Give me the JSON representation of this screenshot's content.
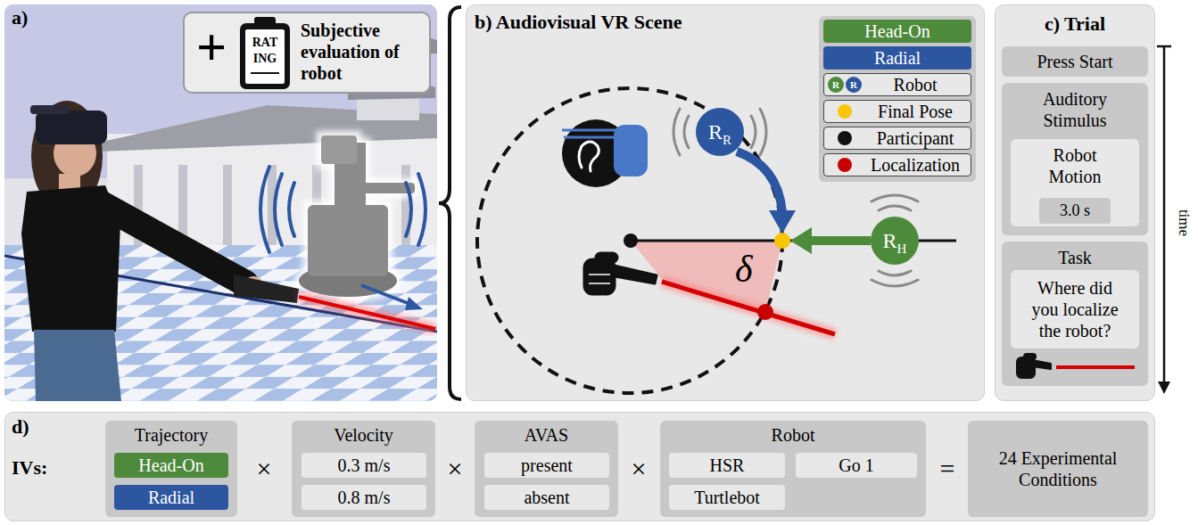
{
  "diagram": {
    "nodes": [
      {
        "text": [
          "a)"
        ]
      },
      {
        "text": [
          "Subjective evaluation of robot"
        ],
        "in": 0
      },
      {
        "text": [
          "b) Audiovisual VR Scene"
        ]
      },
      {
        "text": [
          "R",
          "R"
        ],
        "in": 2
      },
      {
        "text": [
          "R",
          "H"
        ],
        "in": 2
      },
      {
        "text": [
          "c) Trial"
        ]
      },
      {
        "text": [
          "Press Start"
        ],
        "in": 5
      },
      {
        "text": [
          "Auditory Stimulus"
        ],
        "in": 5
      },
      {
        "text": [
          "Robot Motion"
        ],
        "in": 7
      },
      {
        "text": [
          "3.0 s"
        ],
        "in": 8
      },
      {
        "text": [
          "Task"
        ],
        "in": 5
      },
      {
        "text": [
          "Where did you localize the robot?"
        ],
        "in": 10
      },
      {
        "text": [
          "d)",
          "IVs:"
        ]
      },
      {
        "text": [
          "Trajectory"
        ],
        "in": 12
      },
      {
        "text": [
          "Head-On"
        ],
        "in": 13
      },
      {
        "text": [
          "Radial"
        ],
        "in": 13
      },
      {
        "text": [
          "Velocity"
        ],
        "in": 12
      },
      {
        "text": [
          "0.3 m/s"
        ],
        "in": 16
      },
      {
        "text": [
          "0.8 m/s"
        ],
        "in": 16
      },
      {
        "text": [
          "AVAS"
        ],
        "in": 12
      },
      {
        "text": [
          "present"
        ],
        "in": 19
      },
      {
        "text": [
          "absent"
        ],
        "in": 19
      },
      {
        "text": [
          "Robot"
        ],
        "in": 12
      },
      {
        "text": [
          "HSR"
        ],
        "in": 22
      },
      {
        "text": [
          "Go 1"
        ],
        "in": 22
      },
      {
        "text": [
          "Turtlebot"
        ],
        "in": 22
      },
      {
        "text": [
          "24 Experimental Conditions"
        ],
        "in": 12
      }
    ],
    "labels": [
      "+",
      "RAT",
      "ING",
      "R",
      "R",
      "δ",
      "time",
      "×",
      "×",
      "×",
      "="
    ],
    "legend": [
      {
        "text": "Head-On",
        "color": "#4e8a3c"
      },
      {
        "text": "Radial",
        "color": "#2c56a0"
      },
      {
        "text": "Robot"
      },
      {
        "text": "Final Pose",
        "color": "#f7c600"
      },
      {
        "text": "Participant",
        "color": "#111111"
      },
      {
        "text": "Localization",
        "color": "#c80000"
      }
    ]
  }
}
